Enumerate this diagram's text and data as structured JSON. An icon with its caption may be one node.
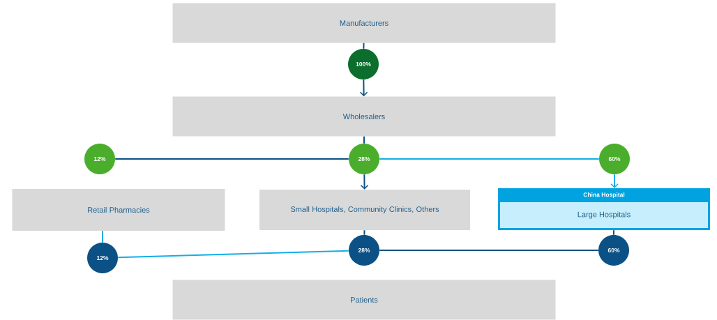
{
  "diagram": {
    "nodes": [
      {
        "text": [
          "Manufacturers"
        ]
      },
      {
        "text": [
          "100%"
        ]
      },
      {
        "text": [
          "Wholesalers"
        ]
      },
      {
        "text": [
          "12%"
        ]
      },
      {
        "text": [
          "28%"
        ]
      },
      {
        "text": [
          "60%"
        ]
      },
      {
        "text": [
          "Retail Pharmacies"
        ]
      },
      {
        "text": [
          "Small Hospitals, Community Clinics, Others"
        ]
      },
      {
        "text": [
          "China Hospital",
          "Large Hospitals"
        ]
      },
      {
        "text": [
          "12%"
        ]
      },
      {
        "text": [
          "28%"
        ]
      },
      {
        "text": [
          "60%"
        ]
      },
      {
        "text": [
          "Patients"
        ]
      }
    ],
    "edges": [
      {
        "from": 0,
        "to": 1,
        "arrow": "none"
      },
      {
        "from": 1,
        "to": 2,
        "arrow": "to"
      },
      {
        "from": 2,
        "to": 4,
        "arrow": "none"
      },
      {
        "from": 4,
        "to": 3,
        "arrow": "none"
      },
      {
        "from": 4,
        "to": 5,
        "arrow": "none",
        "color": "#12aee8"
      },
      {
        "from": 4,
        "to": 7,
        "arrow": "to"
      },
      {
        "from": 5,
        "to": 8,
        "arrow": "to",
        "color": "#12aee8"
      },
      {
        "from": 6,
        "to": 9,
        "arrow": "none",
        "color": "#12aee8"
      },
      {
        "from": 7,
        "to": 10,
        "arrow": "none"
      },
      {
        "from": 8,
        "to": 11,
        "arrow": "none"
      },
      {
        "from": 9,
        "to": 10,
        "arrow": "none",
        "color": "#12aee8"
      },
      {
        "from": 10,
        "to": 11,
        "arrow": "none"
      }
    ]
  }
}
